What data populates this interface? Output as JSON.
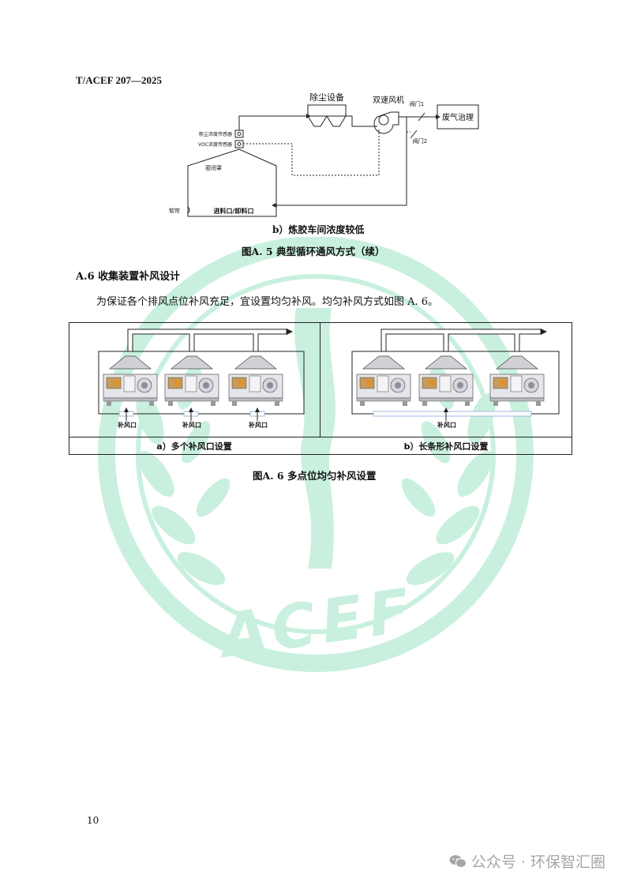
{
  "header": {
    "standard_code": "T/ACEF  207—2025"
  },
  "figure_a5": {
    "equipment": {
      "dust_removal": "除尘设备",
      "dual_speed_fan": "双速风机",
      "valve1": "阀门1",
      "valve2": "阀门2",
      "exhaust_treatment": "废气治理",
      "dust_sensor": "粉尘浓度传感器",
      "voc_sensor": "VOC浓度传感器",
      "enclosure": "密闭罩",
      "soft_curtain": "软帘",
      "feed_discharge": "进料口/卸料口"
    },
    "caption_b": "b）炼胶车间浓度较低",
    "title": "图A. 5  典型循环通风方式（续）"
  },
  "section": {
    "heading": "A.6  收集装置补风设计",
    "paragraph": "为保证各个排风点位补风充足，宜设置均匀补风。均匀补风方式如图 A. 6。"
  },
  "figure_a6": {
    "inlet_label": "补风口",
    "caption_a": "a）多个补风口设置",
    "caption_b": "b）长条形补风口设置",
    "title": "图A. 6  多点位均匀补风设置"
  },
  "watermark": {
    "logo_text": "ACEF",
    "source": "公众号 · 环保智汇圈"
  },
  "footer": {
    "page_number": "10"
  },
  "colors": {
    "watermark_green": "#c9f0de",
    "inlet_blue": "#9fb8e0",
    "line": "#222222"
  }
}
